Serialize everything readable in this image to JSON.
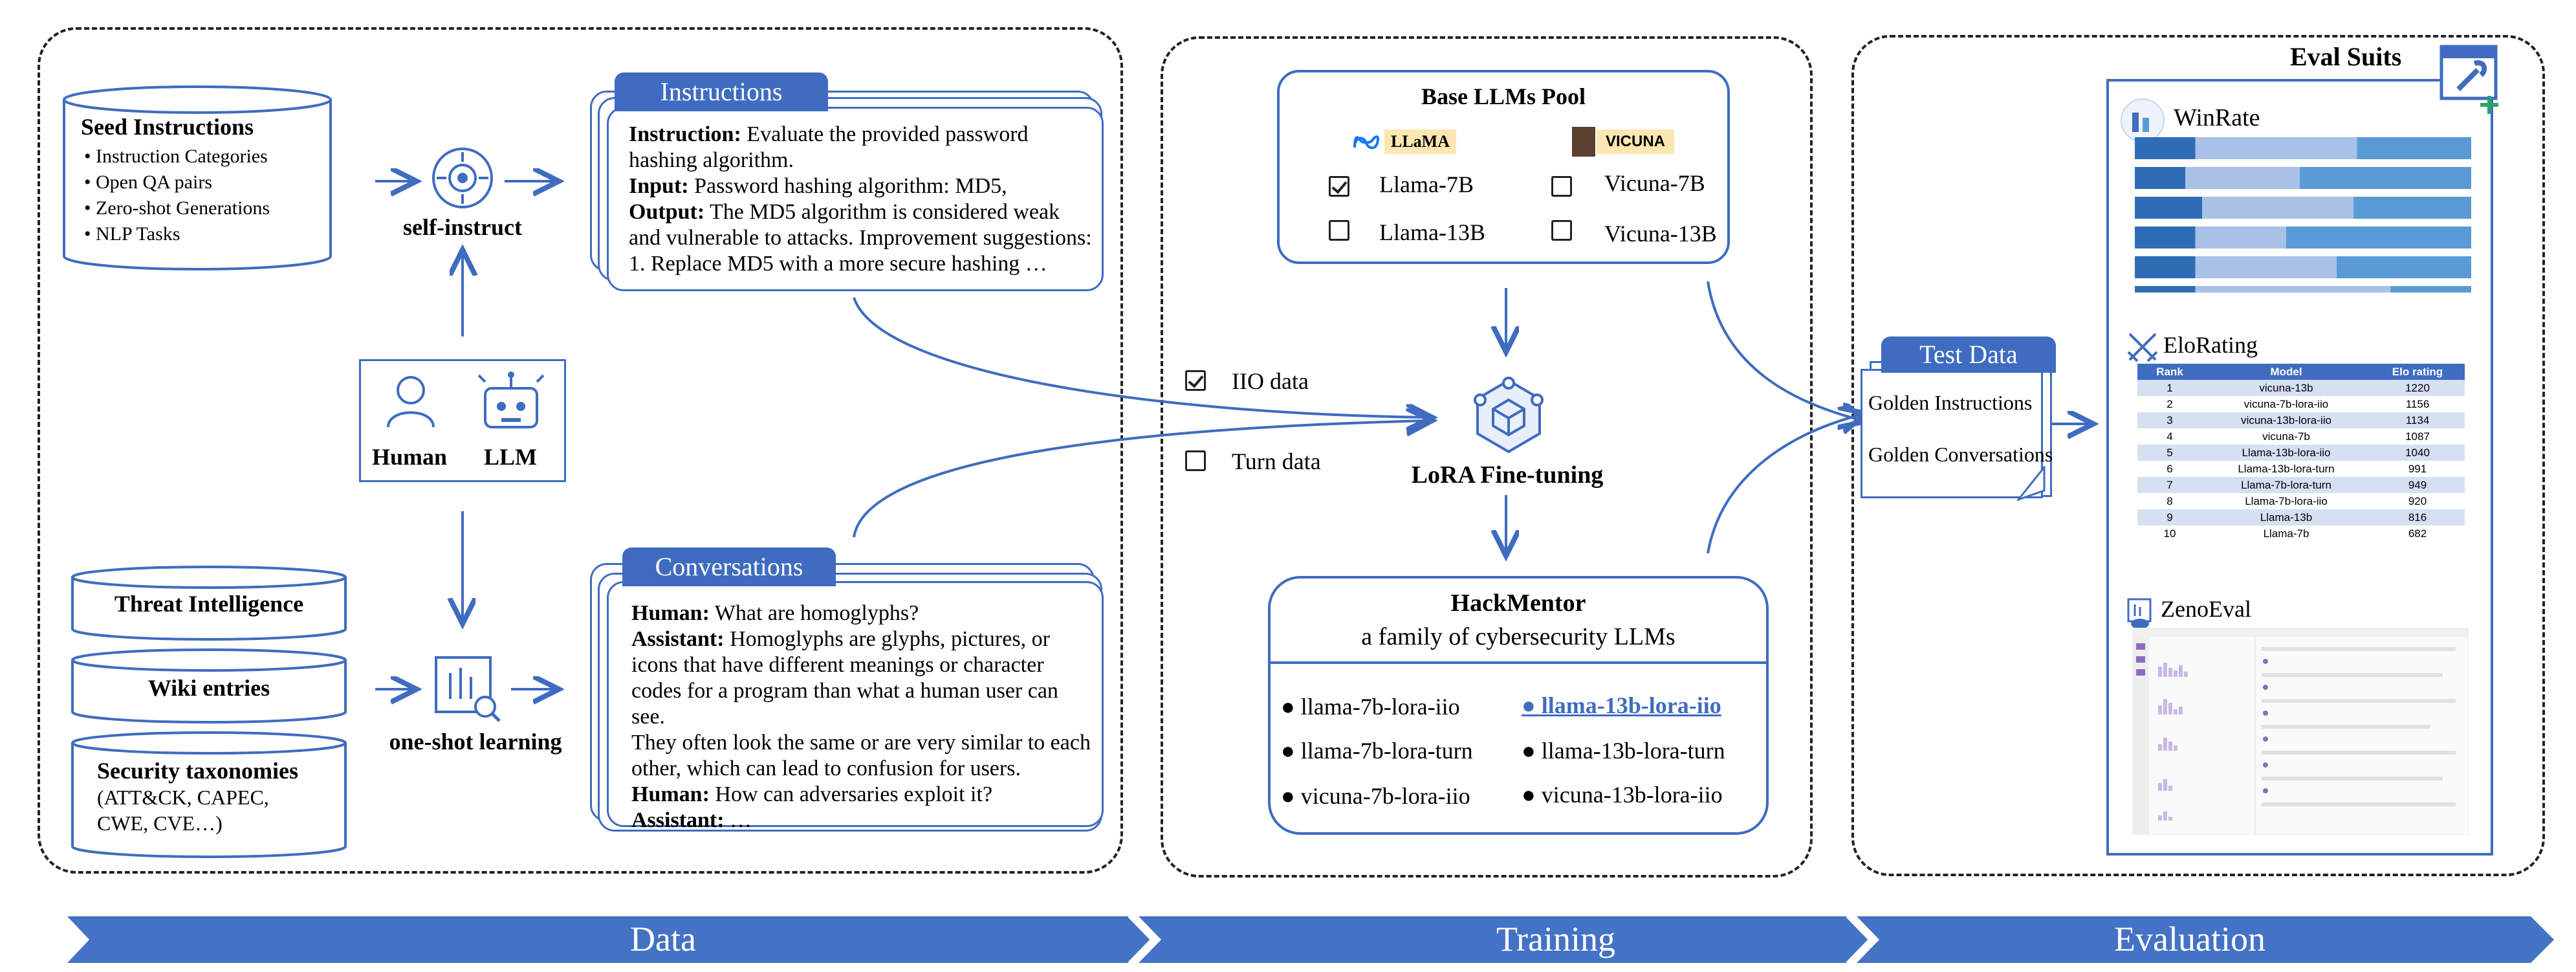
{
  "data_panel": {
    "seed_db": {
      "title": "Seed Instructions",
      "items": [
        "Instruction Categories",
        "Open QA pairs",
        "Zero-shot Generations",
        "NLP Tasks"
      ]
    },
    "self_instruct_label": "self-instruct",
    "human_label": "Human",
    "llm_label": "LLM",
    "one_shot_label": "one-shot learning",
    "threat_db": "Threat Intelligence",
    "wiki_db": "Wiki entries",
    "security_db": {
      "title": "Security taxonomies",
      "lines": [
        "(ATT&CK, CAPEC,",
        "CWE, CVE…)"
      ]
    },
    "instructions_card": {
      "tab": "Instructions",
      "l1_bold": "Instruction:",
      "l1": " Evaluate the provided password",
      "l2": "hashing algorithm.",
      "l3_bold": "Input:",
      "l3": " Password hashing algorithm: MD5,",
      "l4_bold": "Output:",
      "l4": " The MD5 algorithm is considered weak",
      "l5": "and vulnerable to attacks. Improvement suggestions:",
      "l6": "1. Replace MD5 with a more secure hashing …"
    },
    "conversations_card": {
      "tab": "Conversations",
      "l1_bold": "Human:",
      "l1": " What are homoglyphs?",
      "l2_bold": "Assistant:",
      "l2": " Homoglyphs are glyphs, pictures, or",
      "l3": "icons that have different meanings or character",
      "l4": "codes for a program than what a human user can see.",
      "l5": "They often look the same or are very similar to each",
      "l6": "other, which can lead to confusion for users.",
      "l7_bold": "Human:",
      "l7": " How can adversaries exploit it?",
      "l8_bold": "Assistant:",
      "l8": " …"
    }
  },
  "training_panel": {
    "pool_title": "Base LLMs Pool",
    "llama_logo": "LLaMA",
    "vicuna_logo": "VICUNA",
    "models": [
      {
        "label": "Llama-7B",
        "checked": true
      },
      {
        "label": "Vicuna-7B",
        "checked": false
      },
      {
        "label": "Llama-13B",
        "checked": false
      },
      {
        "label": "Vicuna-13B",
        "checked": false
      }
    ],
    "iio_label": "IIO data",
    "turn_label": "Turn data",
    "lora_label": "LoRA Fine-tuning",
    "hackmentor_title": "HackMentor",
    "hackmentor_subtitle": "a family of cybersecurity LLMs",
    "variants": [
      {
        "label": "llama-7b-lora-iio",
        "highlight": false
      },
      {
        "label": "llama-13b-lora-iio",
        "highlight": true
      },
      {
        "label": "llama-7b-lora-turn",
        "highlight": false
      },
      {
        "label": "llama-13b-lora-turn",
        "highlight": false
      },
      {
        "label": "vicuna-7b-lora-iio",
        "highlight": false
      },
      {
        "label": "vicuna-13b-lora-iio",
        "highlight": false
      }
    ]
  },
  "evaluation_panel": {
    "test_data_tab": "Test Data",
    "golden_instructions": "Golden Instructions",
    "golden_conversations": "Golden Conversations",
    "eval_title": "Eval Suits",
    "winrate_label": "WinRate",
    "elorating_label": "EloRating",
    "zenoeval_label": "ZenoEval",
    "winrate_bars": [
      [
        0.18,
        0.48,
        0.34
      ],
      [
        0.15,
        0.34,
        0.51
      ],
      [
        0.2,
        0.45,
        0.35
      ],
      [
        0.18,
        0.27,
        0.55
      ],
      [
        0.18,
        0.42,
        0.4
      ],
      [
        0.18,
        0.58,
        0.24
      ]
    ],
    "elo_table": {
      "headers": [
        "Rank",
        "Model",
        "Elo rating"
      ],
      "rows": [
        [
          "1",
          "vicuna-13b",
          "1220"
        ],
        [
          "2",
          "vicuna-7b-lora-iio",
          "1156"
        ],
        [
          "3",
          "vicuna-13b-lora-iio",
          "1134"
        ],
        [
          "4",
          "vicuna-7b",
          "1087"
        ],
        [
          "5",
          "Llama-13b-lora-iio",
          "1040"
        ],
        [
          "6",
          "Llama-13b-lora-turn",
          "991"
        ],
        [
          "7",
          "Llama-7b-lora-turn",
          "949"
        ],
        [
          "8",
          "Llama-7b-lora-iio",
          "920"
        ],
        [
          "9",
          "Llama-13b",
          "816"
        ],
        [
          "10",
          "Llama-7b",
          "682"
        ]
      ]
    }
  },
  "footer": {
    "data": "Data",
    "training": "Training",
    "evaluation": "Evaluation"
  },
  "colors": {
    "accent": "#3f6cc0",
    "bar_dark": "#2e6db5",
    "bar_light": "#a9c1e6",
    "bar_mid": "#5b9bd5"
  }
}
